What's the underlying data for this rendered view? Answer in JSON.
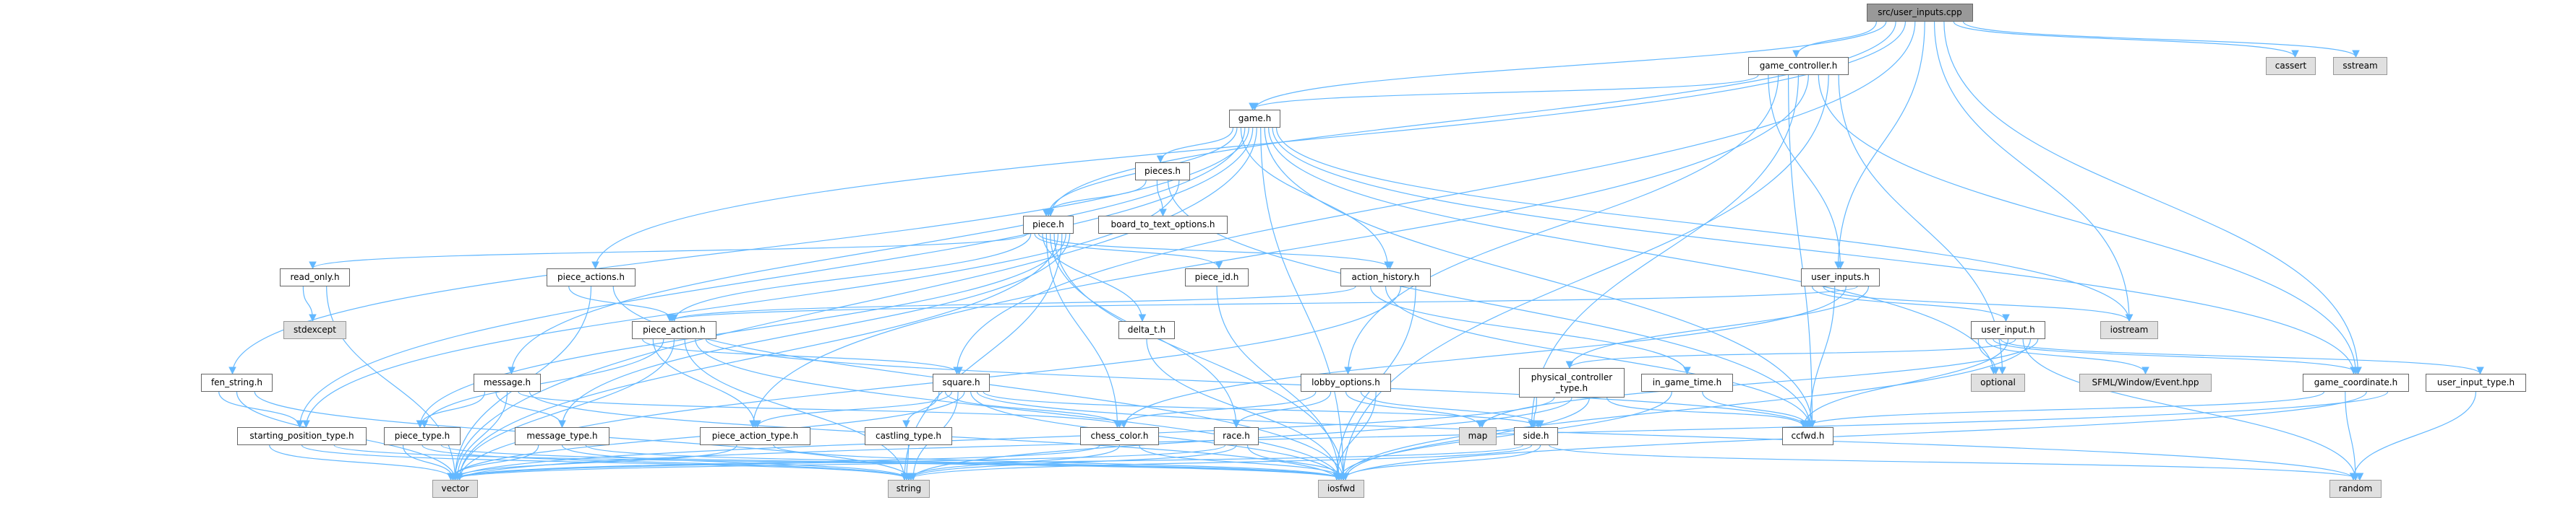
{
  "colors": {
    "edge": "#63b8ff",
    "root_fill": "#999999",
    "external_fill": "#e0e0e0",
    "node_fill": "#ffffff",
    "border": "#666666"
  },
  "nodes": [
    {
      "id": "root",
      "label": "src/user_inputs.cpp",
      "kind": "root"
    },
    {
      "id": "game_controller",
      "label": "game_controller.h",
      "kind": "local"
    },
    {
      "id": "cassert",
      "label": "cassert",
      "kind": "external"
    },
    {
      "id": "sstream",
      "label": "sstream",
      "kind": "external"
    },
    {
      "id": "game",
      "label": "game.h",
      "kind": "local"
    },
    {
      "id": "pieces",
      "label": "pieces.h",
      "kind": "local"
    },
    {
      "id": "piece",
      "label": "piece.h",
      "kind": "local"
    },
    {
      "id": "board_to_text",
      "label": "board_to_text_options.h",
      "kind": "local"
    },
    {
      "id": "read_only",
      "label": "read_only.h",
      "kind": "local"
    },
    {
      "id": "piece_actions",
      "label": "piece_actions.h",
      "kind": "local"
    },
    {
      "id": "piece_id",
      "label": "piece_id.h",
      "kind": "local"
    },
    {
      "id": "action_history",
      "label": "action_history.h",
      "kind": "local"
    },
    {
      "id": "user_inputs",
      "label": "user_inputs.h",
      "kind": "local"
    },
    {
      "id": "stdexcept",
      "label": "stdexcept",
      "kind": "external"
    },
    {
      "id": "piece_action",
      "label": "piece_action.h",
      "kind": "local"
    },
    {
      "id": "delta_t",
      "label": "delta_t.h",
      "kind": "local"
    },
    {
      "id": "user_input",
      "label": "user_input.h",
      "kind": "local"
    },
    {
      "id": "iostream",
      "label": "iostream",
      "kind": "external"
    },
    {
      "id": "fen_string",
      "label": "fen_string.h",
      "kind": "local"
    },
    {
      "id": "message",
      "label": "message.h",
      "kind": "local"
    },
    {
      "id": "square",
      "label": "square.h",
      "kind": "local"
    },
    {
      "id": "lobby_options",
      "label": "lobby_options.h",
      "kind": "local"
    },
    {
      "id": "physical",
      "label": "physical_controller\n_type.h",
      "kind": "local"
    },
    {
      "id": "in_game_time",
      "label": "in_game_time.h",
      "kind": "local"
    },
    {
      "id": "optional",
      "label": "optional",
      "kind": "external"
    },
    {
      "id": "sfml",
      "label": "SFML/Window/Event.hpp",
      "kind": "external"
    },
    {
      "id": "game_coordinate",
      "label": "game_coordinate.h",
      "kind": "local"
    },
    {
      "id": "user_input_type",
      "label": "user_input_type.h",
      "kind": "local"
    },
    {
      "id": "starting_position_type",
      "label": "starting_position_type.h",
      "kind": "local"
    },
    {
      "id": "piece_type",
      "label": "piece_type.h",
      "kind": "local"
    },
    {
      "id": "message_type",
      "label": "message_type.h",
      "kind": "local"
    },
    {
      "id": "piece_action_type",
      "label": "piece_action_type.h",
      "kind": "local"
    },
    {
      "id": "castling_type",
      "label": "castling_type.h",
      "kind": "local"
    },
    {
      "id": "chess_color",
      "label": "chess_color.h",
      "kind": "local"
    },
    {
      "id": "race",
      "label": "race.h",
      "kind": "local"
    },
    {
      "id": "map",
      "label": "map",
      "kind": "external"
    },
    {
      "id": "side",
      "label": "side.h",
      "kind": "local"
    },
    {
      "id": "ccfwd",
      "label": "ccfwd.h",
      "kind": "local"
    },
    {
      "id": "vector",
      "label": "vector",
      "kind": "external"
    },
    {
      "id": "string",
      "label": "string",
      "kind": "external"
    },
    {
      "id": "iosfwd",
      "label": "iosfwd",
      "kind": "external"
    },
    {
      "id": "random",
      "label": "random",
      "kind": "external"
    }
  ],
  "edges": [
    [
      "root",
      "game_controller"
    ],
    [
      "root",
      "game"
    ],
    [
      "root",
      "piece"
    ],
    [
      "root",
      "piece_actions"
    ],
    [
      "root",
      "square"
    ],
    [
      "root",
      "user_inputs"
    ],
    [
      "root",
      "iostream"
    ],
    [
      "root",
      "game_coordinate"
    ],
    [
      "root",
      "cassert"
    ],
    [
      "root",
      "sstream"
    ],
    [
      "game_controller",
      "game"
    ],
    [
      "game_controller",
      "user_inputs"
    ],
    [
      "game_controller",
      "lobby_options"
    ],
    [
      "game_controller",
      "ccfwd"
    ],
    [
      "game_controller",
      "side"
    ],
    [
      "game_controller",
      "piece_action_type"
    ],
    [
      "game_controller",
      "game_coordinate"
    ],
    [
      "game_controller",
      "iosfwd"
    ],
    [
      "game_controller",
      "optional"
    ],
    [
      "game",
      "pieces"
    ],
    [
      "game",
      "piece"
    ],
    [
      "game",
      "action_history"
    ],
    [
      "game",
      "message"
    ],
    [
      "game",
      "fen_string"
    ],
    [
      "game",
      "starting_position_type"
    ],
    [
      "game",
      "vector"
    ],
    [
      "game",
      "iosfwd"
    ],
    [
      "game",
      "ccfwd"
    ],
    [
      "game",
      "optional"
    ],
    [
      "game",
      "game_coordinate"
    ],
    [
      "game",
      "iostream"
    ],
    [
      "pieces",
      "piece"
    ],
    [
      "pieces",
      "board_to_text"
    ],
    [
      "pieces",
      "ccfwd"
    ],
    [
      "pieces",
      "starting_position_type"
    ],
    [
      "piece",
      "read_only"
    ],
    [
      "piece",
      "piece_action"
    ],
    [
      "piece",
      "piece_id"
    ],
    [
      "piece",
      "action_history"
    ],
    [
      "piece",
      "delta_t"
    ],
    [
      "piece",
      "chess_color"
    ],
    [
      "piece",
      "race"
    ],
    [
      "piece",
      "iosfwd"
    ],
    [
      "piece",
      "vector"
    ],
    [
      "piece",
      "string"
    ],
    [
      "piece",
      "piece_type"
    ],
    [
      "piece",
      "message_type"
    ],
    [
      "read_only",
      "stdexcept"
    ],
    [
      "read_only",
      "vector"
    ],
    [
      "piece_actions",
      "piece_action"
    ],
    [
      "piece_actions",
      "vector"
    ],
    [
      "piece_actions",
      "iosfwd"
    ],
    [
      "piece_id",
      "iosfwd"
    ],
    [
      "action_history",
      "piece_action"
    ],
    [
      "action_history",
      "in_game_time"
    ],
    [
      "action_history",
      "ccfwd"
    ],
    [
      "action_history",
      "vector"
    ],
    [
      "action_history",
      "iosfwd"
    ],
    [
      "user_inputs",
      "user_input"
    ],
    [
      "user_inputs",
      "iostream"
    ],
    [
      "user_inputs",
      "ccfwd"
    ],
    [
      "user_inputs",
      "chess_color"
    ],
    [
      "user_inputs",
      "piece_action"
    ],
    [
      "user_inputs",
      "physical"
    ],
    [
      "piece_action",
      "square"
    ],
    [
      "piece_action",
      "piece_action_type"
    ],
    [
      "piece_action",
      "piece_type"
    ],
    [
      "piece_action",
      "vector"
    ],
    [
      "piece_action",
      "string"
    ],
    [
      "piece_action",
      "iosfwd"
    ],
    [
      "piece_action",
      "ccfwd"
    ],
    [
      "delta_t",
      "iosfwd"
    ],
    [
      "user_input",
      "optional"
    ],
    [
      "user_input",
      "sfml"
    ],
    [
      "user_input",
      "game_coordinate"
    ],
    [
      "user_input",
      "user_input_type"
    ],
    [
      "user_input",
      "ccfwd"
    ],
    [
      "user_input",
      "physical"
    ],
    [
      "user_input",
      "random"
    ],
    [
      "user_input",
      "iosfwd"
    ],
    [
      "user_input",
      "map"
    ],
    [
      "fen_string",
      "starting_position_type"
    ],
    [
      "fen_string",
      "vector"
    ],
    [
      "fen_string",
      "string"
    ],
    [
      "message",
      "piece_type"
    ],
    [
      "message",
      "message_type"
    ],
    [
      "message",
      "vector"
    ],
    [
      "message",
      "chess_color"
    ],
    [
      "message",
      "iosfwd"
    ],
    [
      "square",
      "castling_type"
    ],
    [
      "square",
      "chess_color"
    ],
    [
      "square",
      "piece_action_type"
    ],
    [
      "square",
      "string"
    ],
    [
      "square",
      "vector"
    ],
    [
      "square",
      "iosfwd"
    ],
    [
      "square",
      "random"
    ],
    [
      "square",
      "side"
    ],
    [
      "lobby_options",
      "chess_color"
    ],
    [
      "lobby_options",
      "race"
    ],
    [
      "lobby_options",
      "map"
    ],
    [
      "lobby_options",
      "side"
    ],
    [
      "lobby_options",
      "iosfwd"
    ],
    [
      "physical",
      "side"
    ],
    [
      "physical",
      "vector"
    ],
    [
      "physical",
      "string"
    ],
    [
      "physical",
      "iosfwd"
    ],
    [
      "physical",
      "ccfwd"
    ],
    [
      "in_game_time",
      "iosfwd"
    ],
    [
      "in_game_time",
      "ccfwd"
    ],
    [
      "game_coordinate",
      "ccfwd"
    ],
    [
      "game_coordinate",
      "random"
    ],
    [
      "game_coordinate",
      "iosfwd"
    ],
    [
      "game_coordinate",
      "vector"
    ],
    [
      "user_input_type",
      "random"
    ],
    [
      "starting_position_type",
      "vector"
    ],
    [
      "starting_position_type",
      "string"
    ],
    [
      "starting_position_type",
      "iosfwd"
    ],
    [
      "piece_type",
      "vector"
    ],
    [
      "piece_type",
      "string"
    ],
    [
      "piece_type",
      "iosfwd"
    ],
    [
      "message_type",
      "vector"
    ],
    [
      "message_type",
      "string"
    ],
    [
      "message_type",
      "iosfwd"
    ],
    [
      "piece_action_type",
      "vector"
    ],
    [
      "piece_action_type",
      "iosfwd"
    ],
    [
      "castling_type",
      "string"
    ],
    [
      "chess_color",
      "vector"
    ],
    [
      "chess_color",
      "string"
    ],
    [
      "chess_color",
      "iosfwd"
    ],
    [
      "race",
      "vector"
    ],
    [
      "race",
      "string"
    ],
    [
      "race",
      "iosfwd"
    ],
    [
      "side",
      "vector"
    ],
    [
      "side",
      "string"
    ],
    [
      "side",
      "iosfwd"
    ],
    [
      "side",
      "random"
    ]
  ]
}
